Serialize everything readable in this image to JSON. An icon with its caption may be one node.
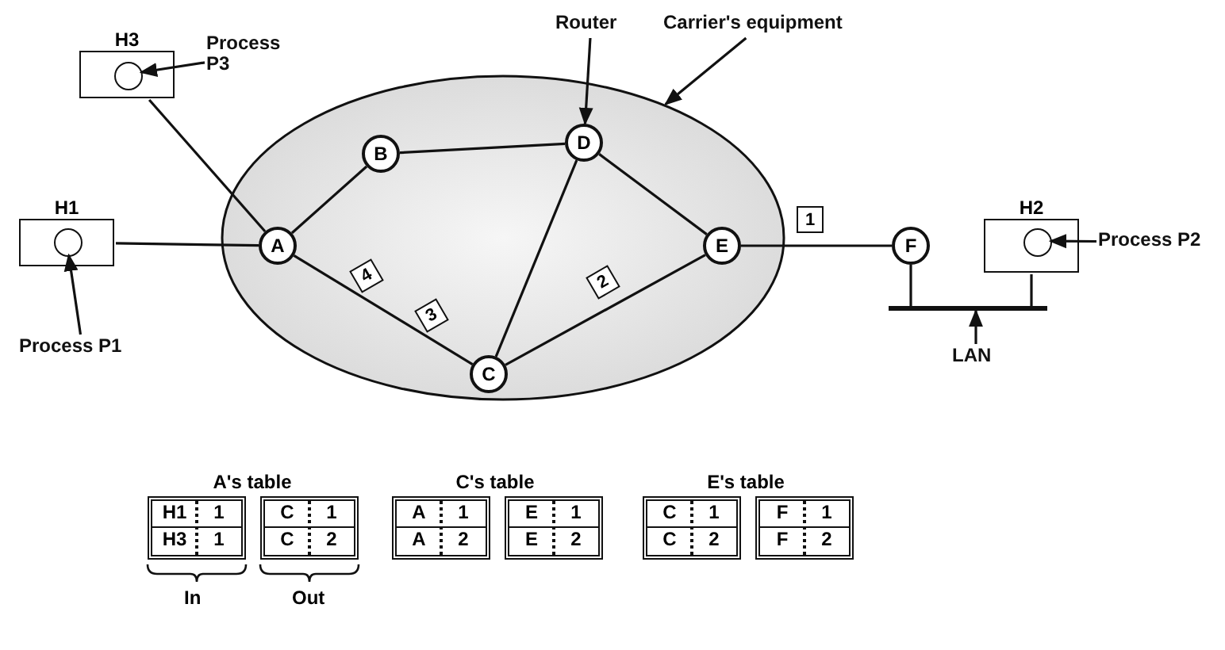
{
  "diagram": {
    "nodes": [
      {
        "text": [],
        "shape": "ellipse"
      },
      {
        "text": [
          "H3"
        ]
      },
      {
        "text": [],
        "shape": "circle",
        "in": 1
      },
      {
        "text": [
          "Process P3"
        ]
      },
      {
        "text": [
          "Router"
        ]
      },
      {
        "text": [
          "Carrier's equipment"
        ]
      },
      {
        "text": [
          "B"
        ],
        "in": 0
      },
      {
        "text": [
          "D"
        ],
        "in": 0
      },
      {
        "text": [
          "H1"
        ]
      },
      {
        "text": [],
        "shape": "circle",
        "in": 8
      },
      {
        "text": [
          "A"
        ],
        "in": 0
      },
      {
        "text": [
          "E"
        ],
        "in": 0
      },
      {
        "text": [
          "F"
        ]
      },
      {
        "text": [
          "H2"
        ]
      },
      {
        "text": [],
        "shape": "circle",
        "in": 13
      },
      {
        "text": [
          "Process P2"
        ]
      },
      {
        "text": [
          "1"
        ]
      },
      {
        "text": [
          "4"
        ],
        "in": 0
      },
      {
        "text": [
          "3"
        ],
        "in": 0
      },
      {
        "text": [
          "2"
        ],
        "in": 0
      },
      {
        "text": [
          "C"
        ],
        "in": 0
      },
      {
        "text": [
          "Process P1"
        ]
      },
      {
        "text": [],
        "shape": "bar"
      },
      {
        "text": [
          "LAN"
        ]
      }
    ],
    "edges": [
      {
        "from": 1,
        "to": 10,
        "arrow": "none"
      },
      {
        "from": 8,
        "to": 10,
        "arrow": "none"
      },
      {
        "from": 10,
        "to": 6,
        "arrow": "none"
      },
      {
        "from": 6,
        "to": 7,
        "arrow": "none"
      },
      {
        "from": 10,
        "to": 20,
        "arrow": "none"
      },
      {
        "from": 7,
        "to": 20,
        "arrow": "none"
      },
      {
        "from": 7,
        "to": 11,
        "arrow": "none"
      },
      {
        "from": 20,
        "to": 11,
        "arrow": "none"
      },
      {
        "from": 11,
        "to": 12,
        "arrow": "none"
      },
      {
        "from": 12,
        "to": 22,
        "arrow": "none"
      },
      {
        "from": 13,
        "to": 22,
        "arrow": "none"
      },
      {
        "from": 3,
        "to": 2,
        "arrow": "to"
      },
      {
        "from": 4,
        "to": 7,
        "arrow": "to"
      },
      {
        "from": 5,
        "to": 0,
        "arrow": "to"
      },
      {
        "from": 15,
        "to": 14,
        "arrow": "to"
      },
      {
        "from": 21,
        "to": 9,
        "arrow": "to"
      },
      {
        "from": 23,
        "to": 22,
        "arrow": "to"
      }
    ],
    "labels": [
      "A's table",
      "C's table",
      "E's table",
      "H1",
      "1",
      "C",
      "1",
      "A",
      "1",
      "E",
      "1",
      "C",
      "1",
      "F",
      "1",
      "H3",
      "1",
      "C",
      "2",
      "A",
      "2",
      "E",
      "2",
      "C",
      "2",
      "F",
      "2",
      "In",
      "Out"
    ]
  }
}
